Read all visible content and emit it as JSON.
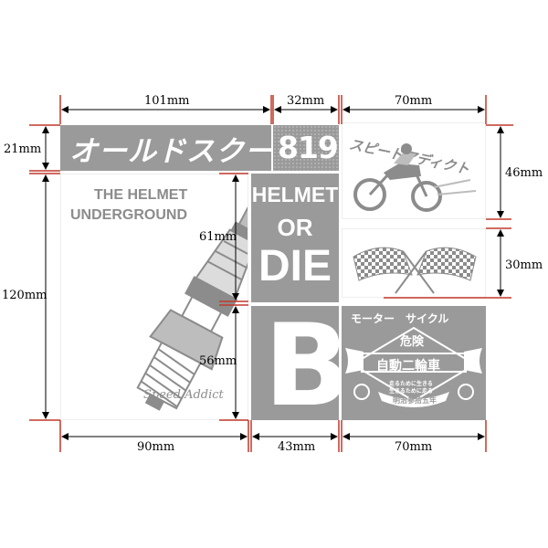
{
  "banner": {
    "text": "オールドスクール"
  },
  "badge819": {
    "text": "819"
  },
  "helmet": {
    "line1": "THE HELMET",
    "line2": "UNDERGROUND",
    "signature": "Speed Addict"
  },
  "helmet_or_die": {
    "line1": "HELMET",
    "line2": "OR",
    "line3": "DIE"
  },
  "letter_b": {
    "text": "B"
  },
  "speed_addict_jp": {
    "text": "スピードアディクト"
  },
  "motor_cycle": {
    "header": "モーター　サイクル",
    "danger": "危険",
    "title": "自動二輪車",
    "small1": "走るために生きる",
    "small2": "生きるために走る",
    "era": "明治参拾五年"
  },
  "dimensions": {
    "top_left": "101mm",
    "top_mid": "32mm",
    "top_right": "70mm",
    "left_small": "21mm",
    "left_big": "120mm",
    "inner_61": "61mm",
    "inner_56": "56mm",
    "right_46": "46mm",
    "right_30": "30mm",
    "bottom_left": "90mm",
    "bottom_mid": "43mm",
    "bottom_right": "70mm"
  }
}
